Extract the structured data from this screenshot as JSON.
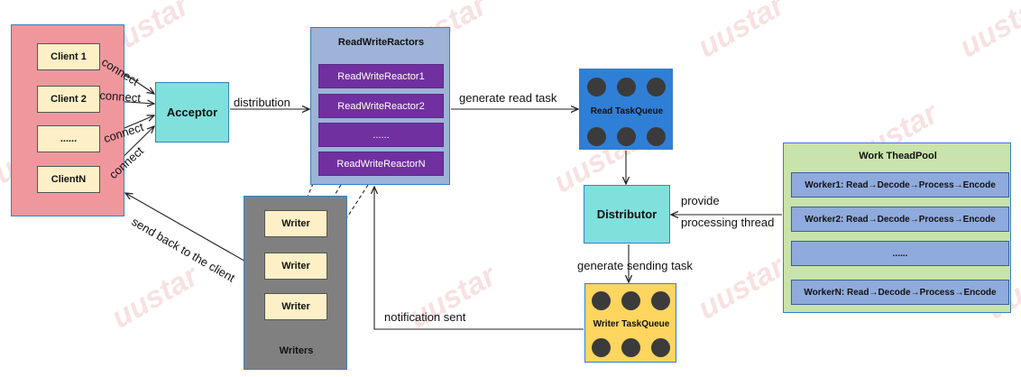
{
  "watermark": "uustar",
  "clients": {
    "items": [
      "Client 1",
      "Client 2",
      "......",
      "ClientN"
    ],
    "connect_label": "connect"
  },
  "acceptor": {
    "label": "Acceptor"
  },
  "edges": {
    "distribution": "distribution",
    "generate_read_task": "generate read task",
    "provide": "provide",
    "processing_thread": "processing thread",
    "generate_sending_task": "generate sending task",
    "notification_sent": "notification sent",
    "send_back": "send back to the client"
  },
  "reactors": {
    "title": "ReadWriteRactors",
    "items": [
      "ReadWriteReactor1",
      "ReadWriteReactor2",
      "......",
      "ReadWriteReactorN"
    ]
  },
  "writers": {
    "title": "Writers",
    "items": [
      "Writer",
      "Writer",
      "Writer"
    ]
  },
  "read_queue": {
    "label": "Read TaskQueue"
  },
  "writer_queue": {
    "label": "Writer TaskQueue"
  },
  "distributor": {
    "label": "Distributor"
  },
  "pool": {
    "title": "Work TheadPool",
    "workers": [
      "Worker1: Read→Decode→Process→Encode",
      "Worker2: Read→Decode→Process→Encode",
      "......",
      "WorkerN: Read→Decode→Process→Encode"
    ]
  },
  "colors": {
    "clients_bg": "#f0979e",
    "acceptor_bg": "#7fe0dc",
    "reactors_bg": "#9db3d7",
    "reactor_item": "#7030a0",
    "writers_bg": "#808080",
    "read_queue": "#2f7fd6",
    "writer_queue": "#fdd55f",
    "pool_bg": "#c8e3ab",
    "worker_item": "#8faadc"
  }
}
